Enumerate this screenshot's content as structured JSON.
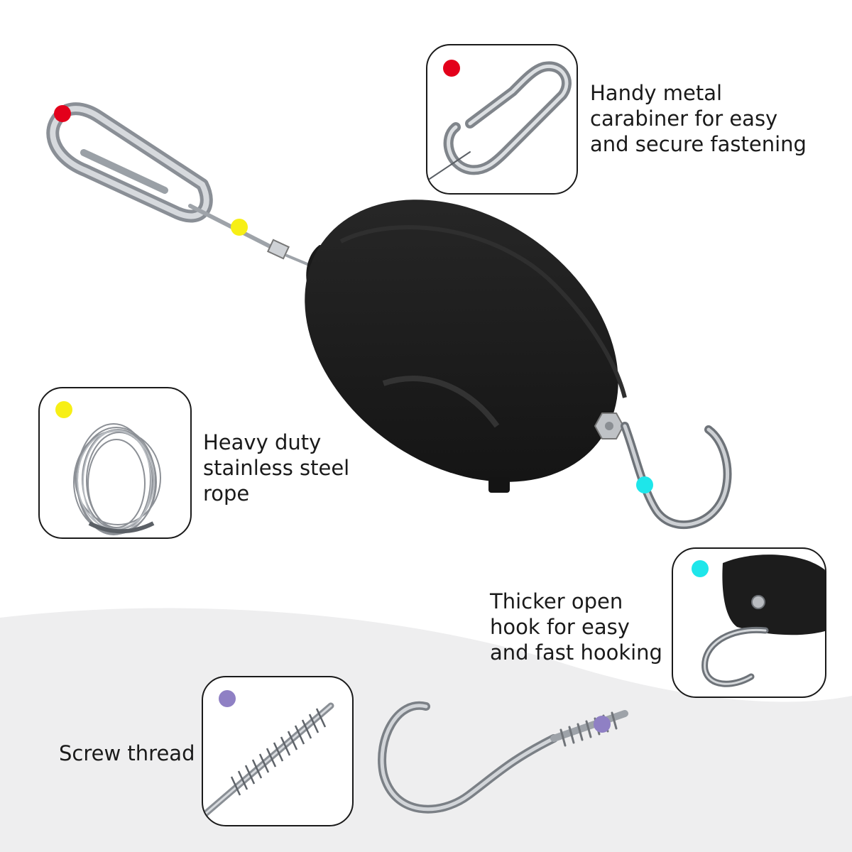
{
  "features": {
    "carabiner": {
      "lines": [
        "Handy metal",
        "carabiner for easy",
        "and secure fastening"
      ],
      "dot_color": "#e3001b"
    },
    "rope": {
      "lines": [
        "Heavy duty",
        "stainless steel",
        "rope"
      ],
      "dot_color": "#f7ef16"
    },
    "hook": {
      "lines": [
        "Thicker open",
        "hook for easy",
        "and fast hooking"
      ],
      "dot_color": "#1ee6ea"
    },
    "screw": {
      "lines": [
        "Screw thread"
      ],
      "dot_color": "#8f80c4"
    }
  },
  "colors": {
    "device_body": "#1c1c1c",
    "metal": "#b8bcc2",
    "background_swoosh": "#eeeeef"
  }
}
